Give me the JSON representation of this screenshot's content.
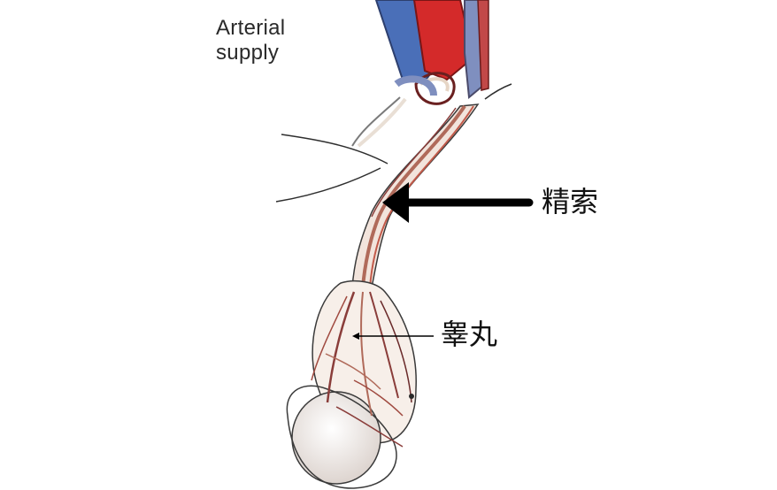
{
  "diagram": {
    "labels": {
      "arterial_supply_line1": "Arterial",
      "arterial_supply_line2": "supply",
      "spermatic_cord": "精索",
      "testis": "睾丸"
    },
    "colors": {
      "artery": "#d42a2a",
      "vein": "#4a6fb8",
      "vessel_tissue": "#b06a5a",
      "testis_fill": "#efe9e4",
      "outline": "#3a3a3a",
      "pointer": "#000000"
    }
  }
}
